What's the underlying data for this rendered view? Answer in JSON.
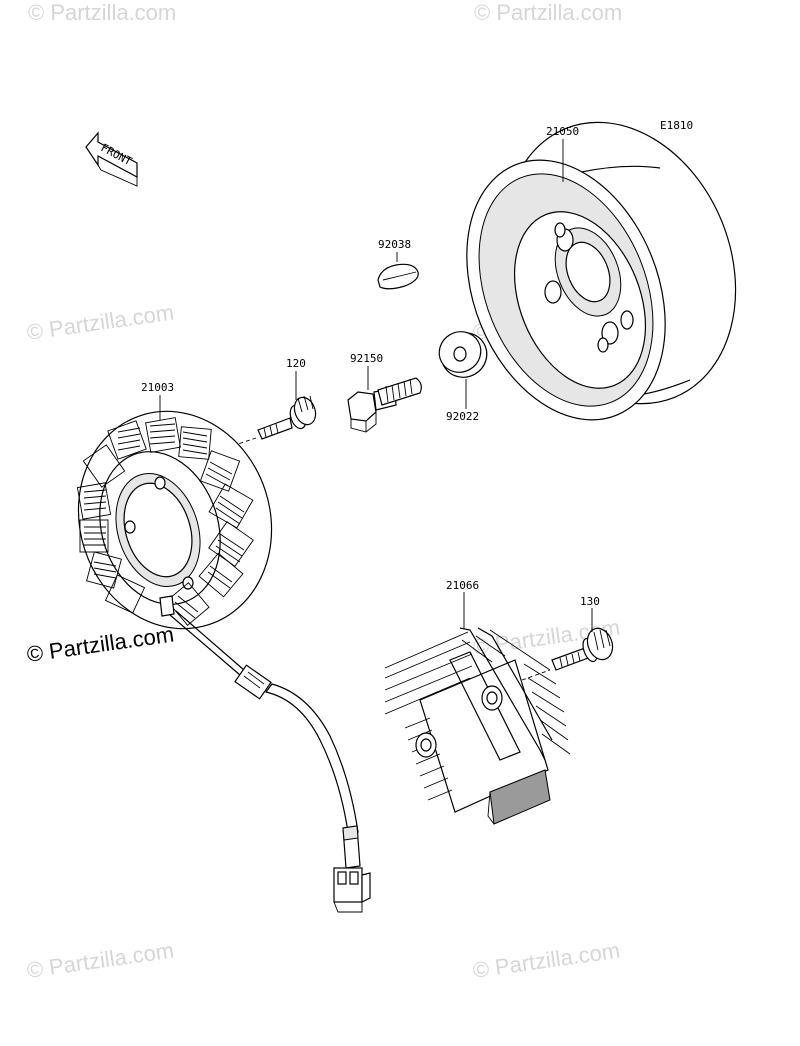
{
  "diagram_code": "E1810",
  "front_arrow_label": "FRONT",
  "watermark": "© Partzilla.com",
  "watermark_main": "© Partzilla.com",
  "parts": {
    "flywheel": "21050",
    "key": "92038",
    "washer": "92022",
    "flywheel_bolt": "92150",
    "stator_bolt": "120",
    "stator": "21003",
    "regulator": "21066",
    "regulator_bolt": "130"
  }
}
